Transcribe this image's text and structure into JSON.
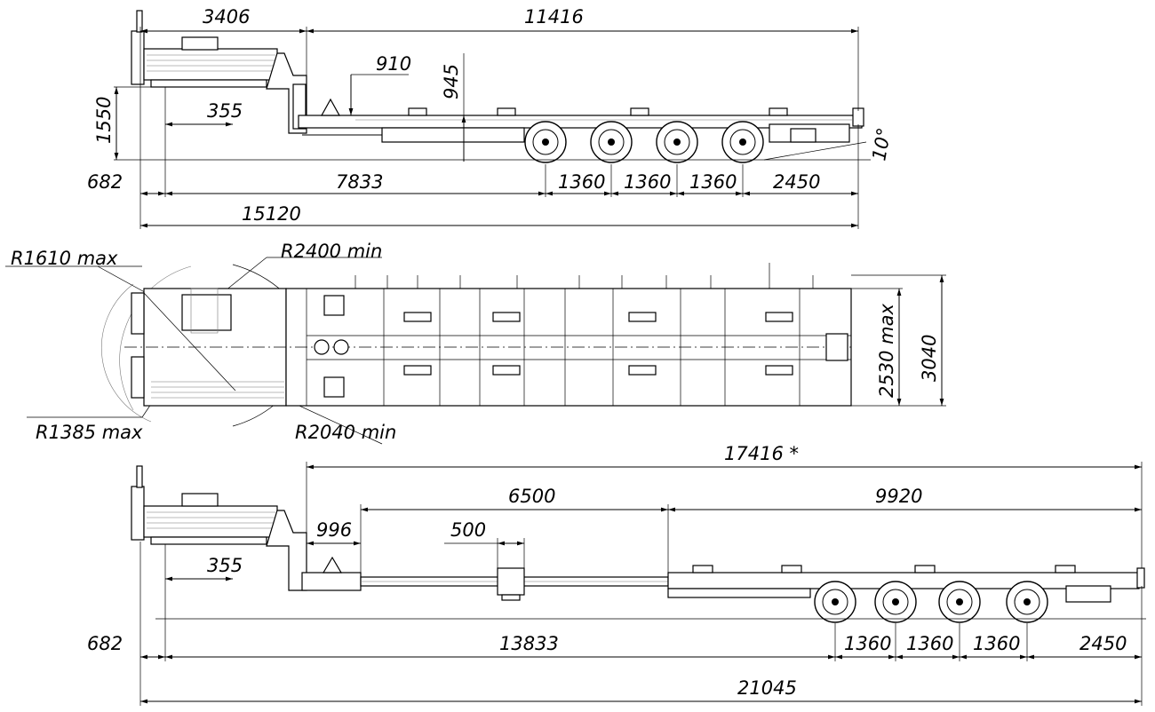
{
  "dimensions": {
    "side_view_collapsed": {
      "d_3406": "3406",
      "d_11416": "11416",
      "d_910": "910",
      "d_945": "945",
      "d_1550": "1550",
      "d_355": "355",
      "d_682": "682",
      "d_7833": "7833",
      "d_1360_a": "1360",
      "d_1360_b": "1360",
      "d_1360_c": "1360",
      "d_2450": "2450",
      "d_15120": "15120",
      "angle_10": "10°"
    },
    "top_view": {
      "r1610": "R1610 max",
      "r2400": "R2400 min",
      "r1385": "R1385 max",
      "r2040": "R2040 min",
      "w2530": "2530 max",
      "w3040": "3040"
    },
    "side_view_extended": {
      "d_17416": "17416 *",
      "d_6500": "6500",
      "d_9920": "9920",
      "d_996": "996",
      "d_500": "500",
      "d_355": "355",
      "d_682": "682",
      "d_13833": "13833",
      "d_1360_a": "1360",
      "d_1360_b": "1360",
      "d_1360_c": "1360",
      "d_2450": "2450",
      "d_21045": "21045"
    }
  }
}
